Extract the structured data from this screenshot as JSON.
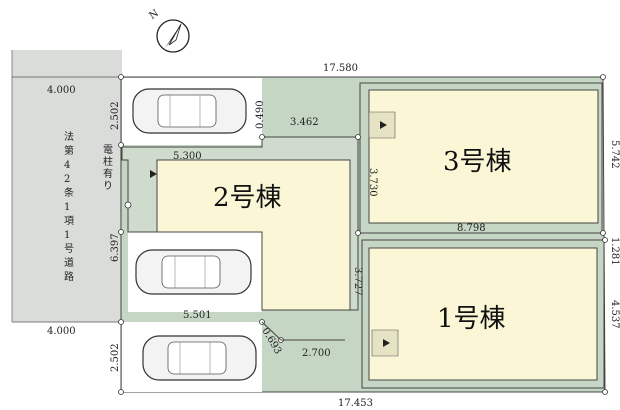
{
  "compass": {
    "label": "N"
  },
  "road": {
    "label": "法第42条1項1号道路",
    "width_top": "4.000",
    "width_bottom": "4.000"
  },
  "lot": {
    "top_length": "17.580",
    "bottom_length": "17.453",
    "right_upper": "5.742",
    "right_middle": "1.281",
    "right_lower": "4.537"
  },
  "buildings": [
    {
      "label": "3号棟"
    },
    {
      "label": "2号棟"
    },
    {
      "label": "1号棟"
    }
  ],
  "pole": {
    "label": "電柱有り"
  },
  "dims": {
    "left_top": "2.502",
    "left_mid": "6.397",
    "left_bottom": "2.502",
    "notch_v": "0.490",
    "notch_h": "3.462",
    "b2_top": "5.300",
    "b2_bottom": "5.501",
    "b3_left": "3.730",
    "b3_bottom": "8.798",
    "b1_left": "3.727",
    "bottom_diag": "0.693",
    "bottom_h": "2.700"
  }
}
